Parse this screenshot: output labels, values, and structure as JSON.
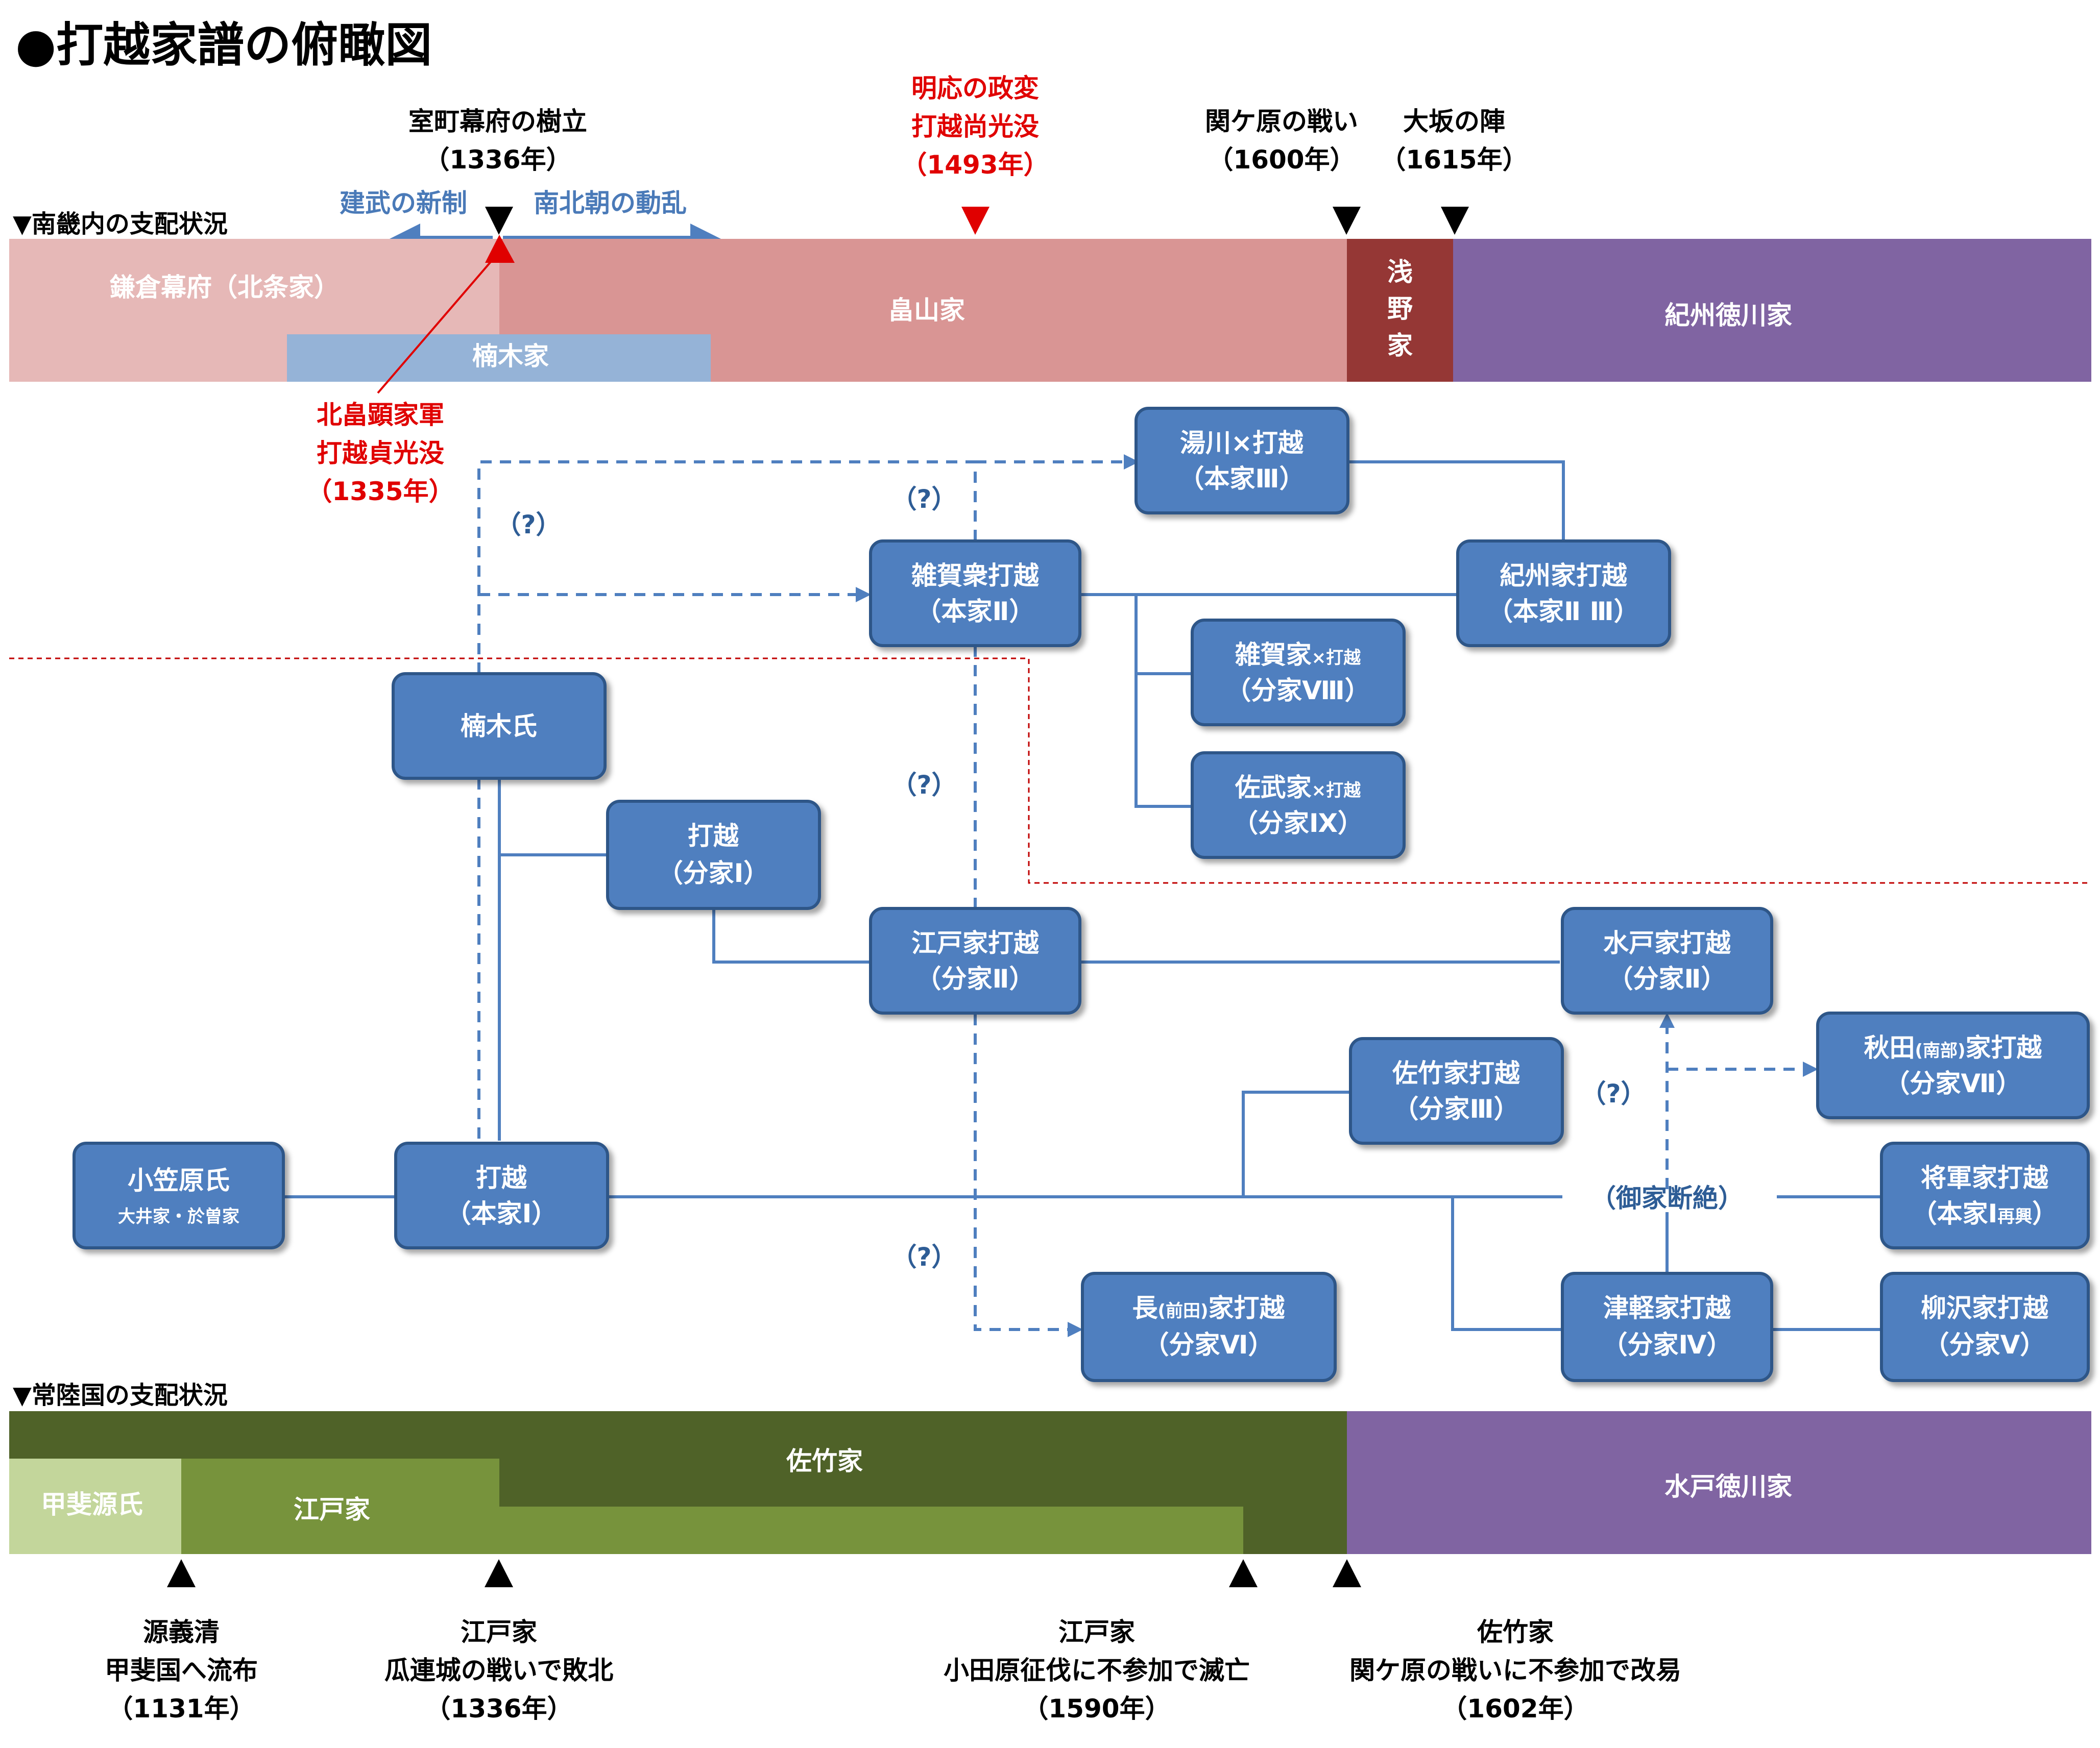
{
  "title": "●打越家譜の俯瞰図",
  "sections": {
    "kinai": "▼南畿内の支配状況",
    "hitachi": "▼常陸国の支配状況"
  },
  "top_events": {
    "muromachi": {
      "line1": "室町幕府の樹立",
      "line2": "（1336年）"
    },
    "meio": {
      "line1": "明応の政変",
      "line2": "打越尚光没",
      "line3": "（1493年）"
    },
    "sekigahara": {
      "line1": "関ケ原の戦い",
      "line2": "（1600年）"
    },
    "osaka": {
      "line1": "大坂の陣",
      "line2": "（1615年）"
    },
    "kenmu": "建武の新制",
    "nanboku": "南北朝の動乱",
    "kitabatake": {
      "line1": "北畠顕家軍",
      "line2": "打越貞光没",
      "line3": "（1335年）"
    }
  },
  "kinai_bars": {
    "kamakura": "鎌倉幕府（北条家）",
    "kusunoki": "楠木家",
    "hatakeyama": "畠山家",
    "asano": "浅野家",
    "kishu": "紀州徳川家"
  },
  "hitachi_bars": {
    "kai": "甲斐源氏",
    "edo": "江戸家",
    "satake": "佐竹家",
    "mito": "水戸徳川家"
  },
  "nodes": {
    "yukawa": {
      "line1": "湯川×打越",
      "line2": "（本家Ⅲ）"
    },
    "saiga": {
      "line1": "雑賀衆打越",
      "line2": "（本家Ⅱ）"
    },
    "kishu_uchikoshi": {
      "line1": "紀州家打越",
      "line2": "（本家Ⅱ Ⅲ）"
    },
    "saiga_bunke": {
      "line1a": "雑賀家",
      "line1b": "×打越",
      "line2": "（分家Ⅷ）"
    },
    "satake_bunke": {
      "line1a": "佐武家",
      "line1b": "×打越",
      "line2": "（分家Ⅸ）"
    },
    "kusunoki_shi": {
      "line1": "楠木氏"
    },
    "uchikoshi_bunke1": {
      "line1": "打越",
      "line2": "（分家Ⅰ）"
    },
    "edo_uchikoshi": {
      "line1": "江戸家打越",
      "line2": "（分家Ⅱ）"
    },
    "mito_uchikoshi": {
      "line1": "水戸家打越",
      "line2": "（分家Ⅱ）"
    },
    "akita": {
      "line1a": "秋田",
      "line1s": "(南部)",
      "line1b": "家打越",
      "line2": "（分家Ⅶ）"
    },
    "satake_uchikoshi": {
      "line1": "佐竹家打越",
      "line2": "（分家Ⅲ）"
    },
    "ogasawara": {
      "line1": "小笠原氏",
      "line2": "大井家・於曽家"
    },
    "uchikoshi_honke1": {
      "line1": "打越",
      "line2": "（本家Ⅰ）"
    },
    "shogun": {
      "line1": "将軍家打越",
      "line2a": "（本家Ⅰ",
      "line2s": "再興",
      "line2b": "）"
    },
    "cho": {
      "line1a": "長",
      "line1s": "(前田)",
      "line1b": "家打越",
      "line2": "（分家Ⅵ）"
    },
    "tsugaru": {
      "line1": "津軽家打越",
      "line2": "（分家Ⅳ）"
    },
    "yanagisawa": {
      "line1": "柳沢家打越",
      "line2": "（分家Ⅴ）"
    }
  },
  "edge_labels": {
    "q1": "（?）",
    "q2": "（?）",
    "q3": "（?）",
    "q4": "（?）",
    "q5": "（?）",
    "gokedanzetsu": "（御家断絶）"
  },
  "bottom_events": {
    "minamoto": {
      "line1": "源義清",
      "line2": "甲斐国へ流布",
      "line3": "（1131年）"
    },
    "edo_defeat": {
      "line1": "江戸家",
      "line2": "瓜連城の戦いで敗北",
      "line3": "（1336年）"
    },
    "edo_fall": {
      "line1": "江戸家",
      "line2": "小田原征伐に不参加で滅亡",
      "line3": "（1590年）"
    },
    "satake_kaieki": {
      "line1": "佐竹家",
      "line2": "関ケ原の戦いに不参加で改易",
      "line3": "（1602年）"
    }
  },
  "colors": {
    "kamakura": "#e6b8b7",
    "hatakeyama": "#d99594",
    "asano": "#953735",
    "tokugawa": "#8064a2",
    "kusunoki_bar": "#95b3d7",
    "node_fill": "#4f7fbf",
    "satake_dark": "#4f6228",
    "edo_green": "#77933c",
    "kai_light": "#c3d69b",
    "red": "#e00000"
  }
}
